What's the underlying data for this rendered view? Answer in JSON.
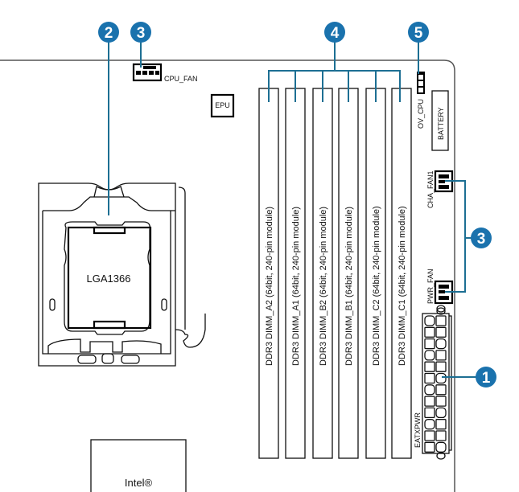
{
  "callouts": [
    "1",
    "2",
    "3",
    "4",
    "5"
  ],
  "labels": {
    "cpu_fan": "CPU_FAN",
    "epu": "EPU",
    "ov_cpu": "OV_CPU",
    "battery": "BATTERY",
    "cha_fan1": "CHA_FAN1",
    "pwr_fan": "PWR_FAN",
    "eatxpwr": "EATXPWR",
    "socket": "LGA1366",
    "chipset": "Intel®"
  },
  "dimm_slots": [
    "DDR3 DIMM_A2 (64bit, 240-pin module)",
    "DDR3 DIMM_A1 (64bit, 240-pin module)",
    "DDR3 DIMM_B2 (64bit, 240-pin module)",
    "DDR3 DIMM_B1 (64bit, 240-pin module)",
    "DDR3 DIMM_C2 (64bit, 240-pin module)",
    "DDR3 DIMM_C1 (64bit, 240-pin module)"
  ],
  "colors": {
    "callout": "#1a72ad",
    "leader": "#1d6f93"
  }
}
